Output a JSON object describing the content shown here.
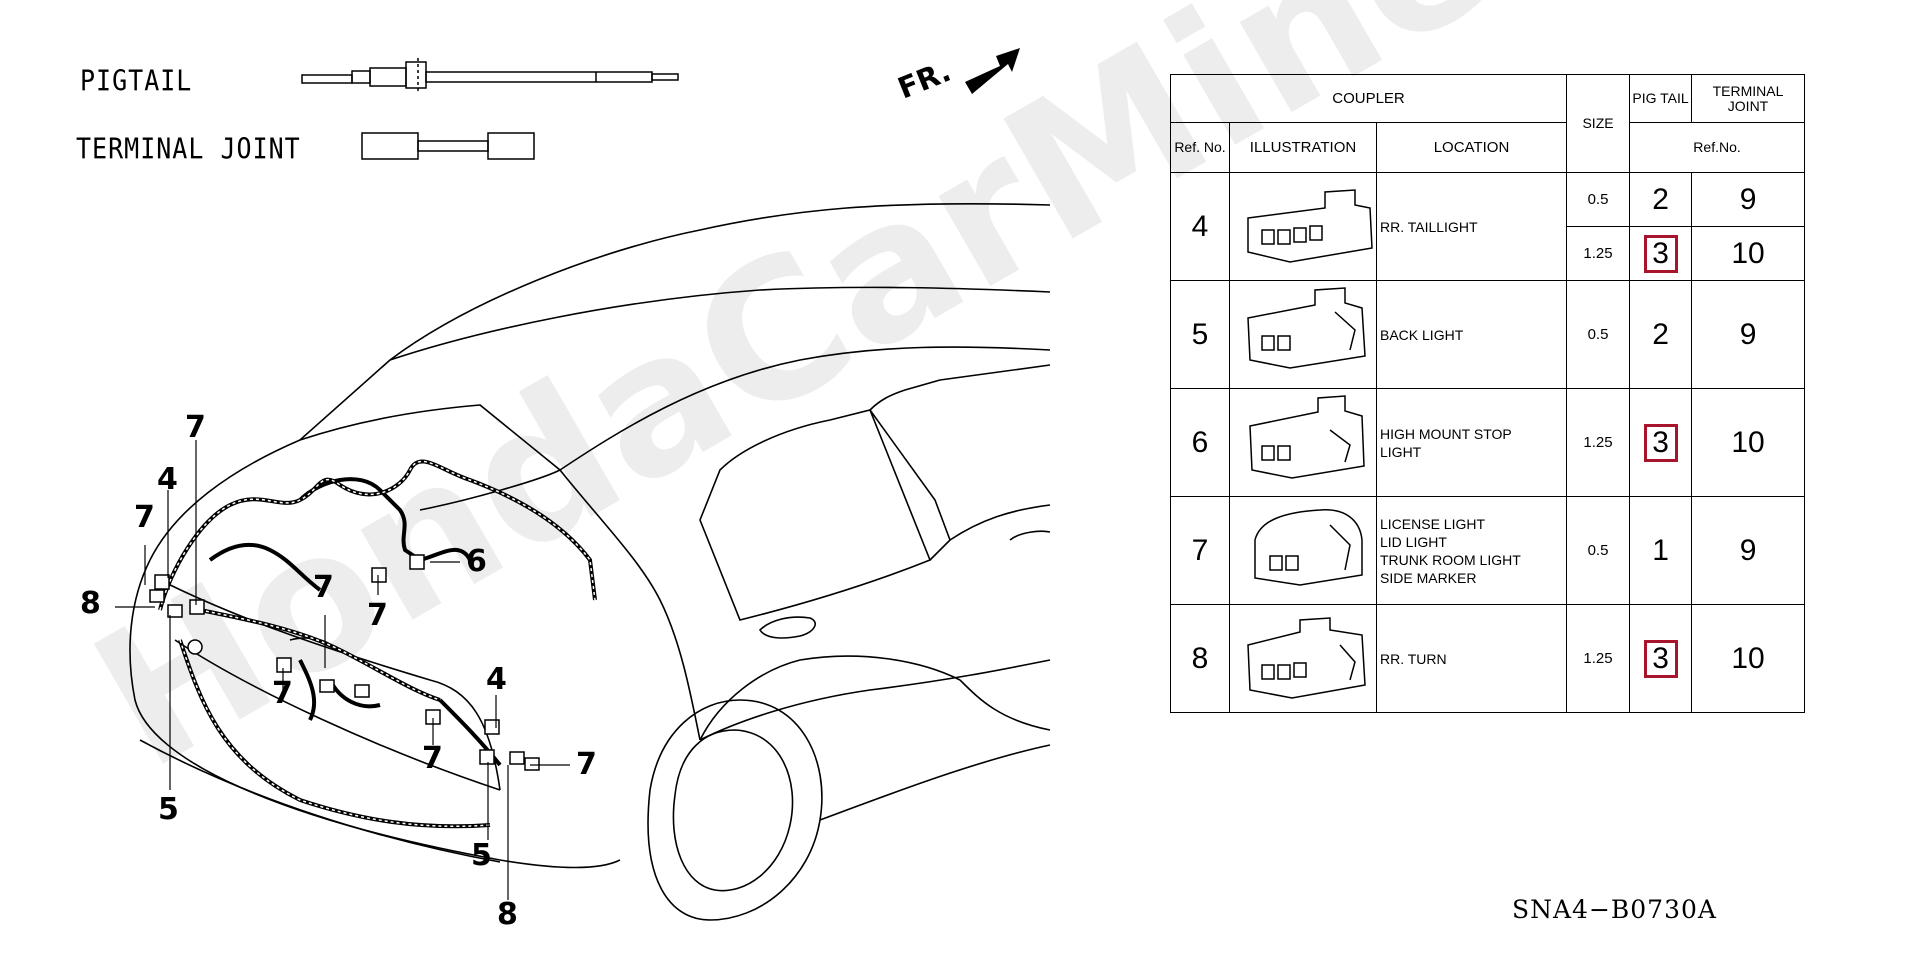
{
  "legend": {
    "pigtail_label": "PIGTAIL",
    "terminal_joint_label": "TERMINAL JOINT"
  },
  "direction_marker": "FR.",
  "callouts": [
    "7",
    "4",
    "7",
    "8",
    "5",
    "7",
    "7",
    "6",
    "7",
    "7",
    "7",
    "4",
    "7",
    "5",
    "8"
  ],
  "watermark": "HondaCarMine.ru",
  "drawing_code": "SNA4−B0730A",
  "table": {
    "header": {
      "coupler": "COUPLER",
      "ref_no": "Ref. No.",
      "illustration": "ILLUSTRATION",
      "location": "LOCATION",
      "size": "SIZE",
      "pigtail": "PIG TAIL",
      "terminal_joint": "TERMINAL JOINT",
      "ref_no_sub": "Ref.No."
    },
    "rows": [
      {
        "ref": "4",
        "location": [
          "RR. TAILLIGHT"
        ],
        "sizes": [
          {
            "size": "0.5",
            "pigtail": "2",
            "terminal": "9",
            "highlight": false
          },
          {
            "size": "1.25",
            "pigtail": "3",
            "terminal": "10",
            "highlight": true
          }
        ]
      },
      {
        "ref": "5",
        "location": [
          "BACK LIGHT"
        ],
        "sizes": [
          {
            "size": "0.5",
            "pigtail": "2",
            "terminal": "9",
            "highlight": false
          }
        ]
      },
      {
        "ref": "6",
        "location": [
          "HIGH MOUNT STOP",
          "LIGHT"
        ],
        "sizes": [
          {
            "size": "1.25",
            "pigtail": "3",
            "terminal": "10",
            "highlight": true
          }
        ]
      },
      {
        "ref": "7",
        "location": [
          "LICENSE LIGHT",
          "LID LIGHT",
          "TRUNK ROOM LIGHT",
          "SIDE MARKER"
        ],
        "sizes": [
          {
            "size": "0.5",
            "pigtail": "1",
            "terminal": "9",
            "highlight": false
          }
        ]
      },
      {
        "ref": "8",
        "location": [
          "RR. TURN"
        ],
        "sizes": [
          {
            "size": "1.25",
            "pigtail": "3",
            "terminal": "10",
            "highlight": true
          }
        ]
      }
    ],
    "highlight_color": "#a8142c"
  }
}
